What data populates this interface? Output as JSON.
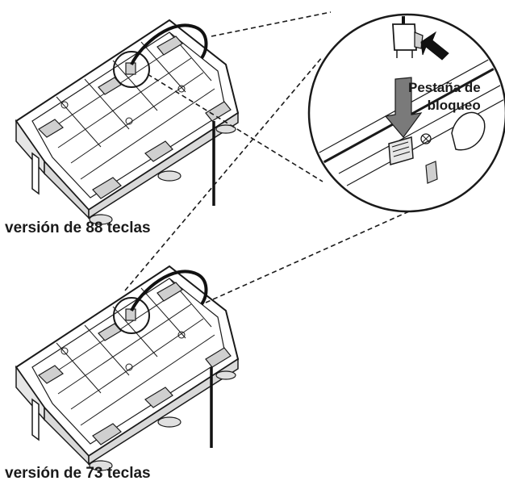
{
  "labels": {
    "version_88": "versión de 88 teclas",
    "version_73": "versión de 73 teclas",
    "locking_tab_line1": "Pestaña de",
    "locking_tab_line2": "bloqueo"
  },
  "colors": {
    "ink": "#1a1a1a",
    "panel": "#ffffff",
    "shade": "#cfcfcf",
    "arrow_fill": "#7a7a7a"
  }
}
